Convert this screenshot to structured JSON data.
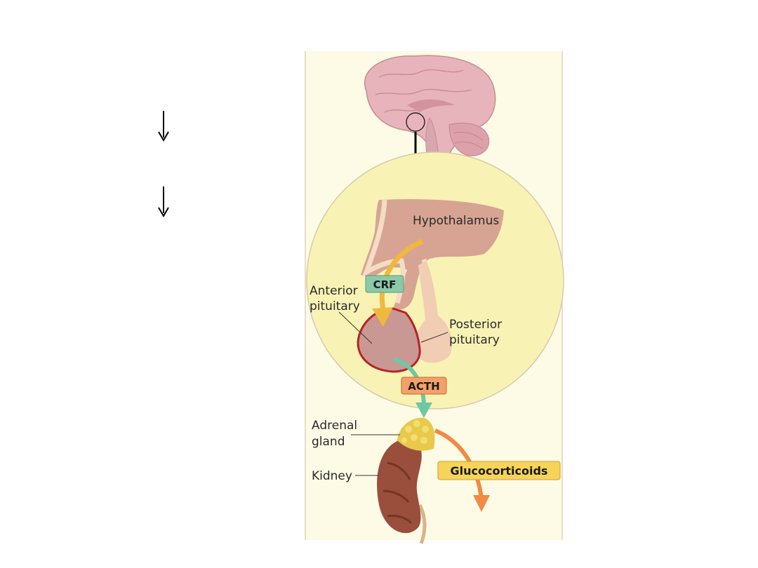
{
  "labels": {
    "hypothalamus": "Hypothalamus",
    "anterior_line1": "Anterior",
    "anterior_line2": "pituitary",
    "posterior_line1": "Posterior",
    "posterior_line2": "pituitary",
    "adrenal_line1": "Adrenal",
    "adrenal_line2": "gland",
    "kidney": "Kidney"
  },
  "tags": {
    "crf": "CRF",
    "acth": "ACTH",
    "glucocorticoids": "Glucocorticoids"
  },
  "colors": {
    "panel_bg": "#fdfbe6",
    "zoom_circle": "#f8f3b4",
    "brain": "#e8b4bc",
    "hypothalamus": "#d7a493",
    "crf_tag": "#8cc9a8",
    "acth_tag": "#f4a06a",
    "gluco_tag": "#f6d45a",
    "kidney": "#9a4e3c",
    "adrenal": "#e8c94a"
  },
  "icons": {
    "left_arrows": "down-arrow-icon"
  }
}
